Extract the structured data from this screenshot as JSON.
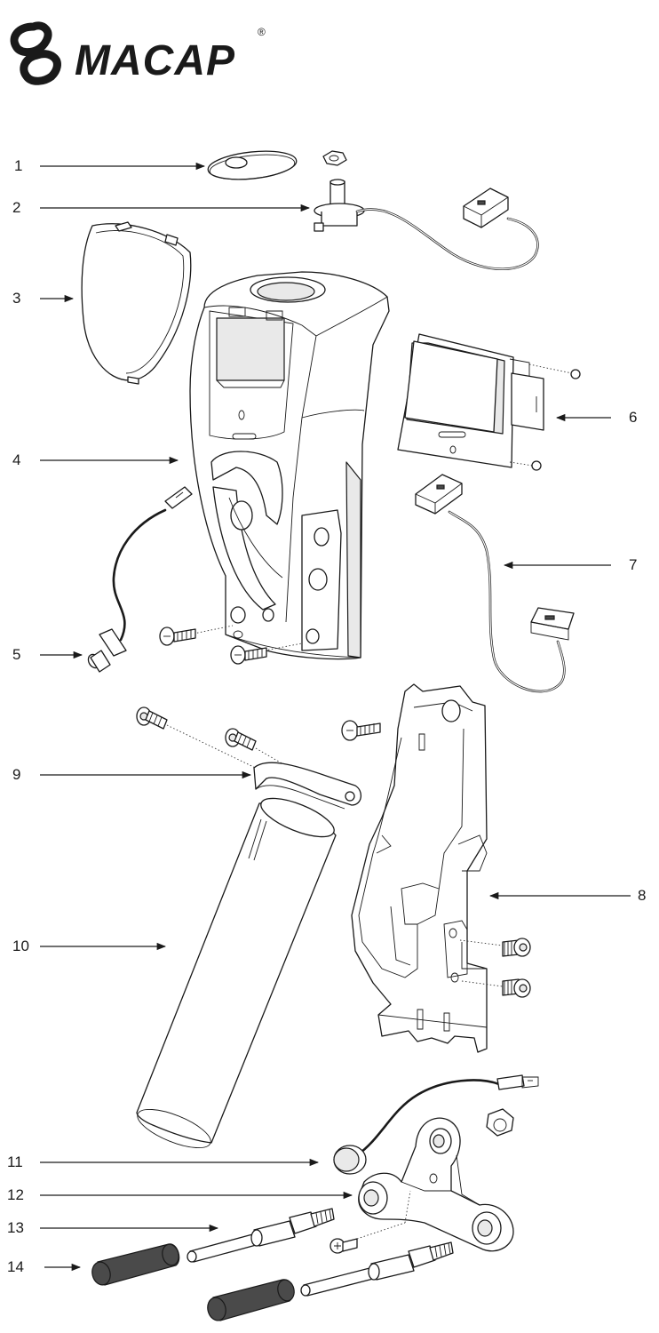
{
  "brand": {
    "name": "MACAP",
    "registered_mark": "®"
  },
  "callouts": [
    {
      "number": "1"
    },
    {
      "number": "2"
    },
    {
      "number": "3"
    },
    {
      "number": "4"
    },
    {
      "number": "5"
    },
    {
      "number": "6"
    },
    {
      "number": "7"
    },
    {
      "number": "8"
    },
    {
      "number": "9"
    },
    {
      "number": "10"
    },
    {
      "number": "11"
    },
    {
      "number": "12"
    },
    {
      "number": "13"
    },
    {
      "number": "14"
    }
  ]
}
